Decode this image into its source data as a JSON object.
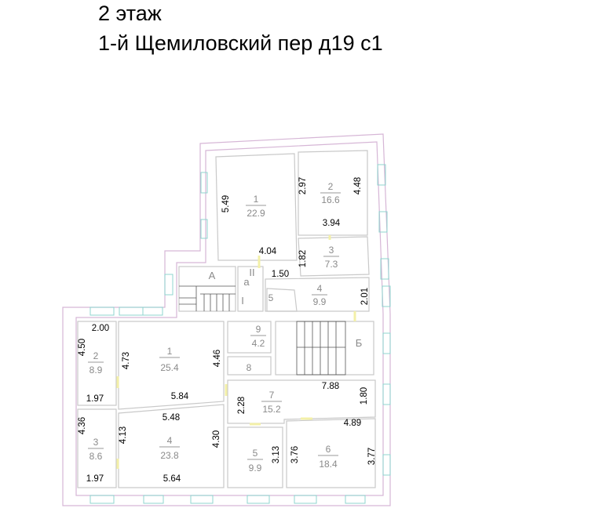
{
  "title": {
    "floor": "2 этаж",
    "address": "1-й Щемиловский пер д19 с1"
  },
  "colors": {
    "outer_wall": "#d6b6d6",
    "inner_wall": "#c9c9c9",
    "window": "#8fd4cf",
    "door": "#f3f0a8"
  },
  "stairs": {
    "a": "А",
    "b": "Б"
  },
  "corridor_marks": {
    "top": "II",
    "mid": "a",
    "bottom": "I"
  },
  "rooms_upper": [
    {
      "number": "1",
      "area": "22.9"
    },
    {
      "number": "2",
      "area": "16.6"
    },
    {
      "number": "3",
      "area": "7.3"
    },
    {
      "number": "4",
      "area": "9.9"
    },
    {
      "number": "5"
    }
  ],
  "rooms_lower": [
    {
      "number": "1",
      "area": "25.4"
    },
    {
      "number": "2",
      "area": "8.9"
    },
    {
      "number": "3",
      "area": "8.6"
    },
    {
      "number": "4",
      "area": "23.8"
    },
    {
      "number": "5",
      "area": "9.9"
    },
    {
      "number": "6",
      "area": "18.4"
    },
    {
      "number": "7",
      "area": "15.2"
    },
    {
      "number": "8"
    },
    {
      "number": "9",
      "area": "4.2"
    }
  ],
  "dimensions_upper": [
    "5.49",
    "2.97",
    "4.48",
    "3.94",
    "4.04",
    "1.82",
    "1.50",
    "2.01"
  ],
  "dimensions_lower": [
    "2.00",
    "4.50",
    "4.73",
    "4.46",
    "1.97",
    "5.84",
    "5.48",
    "4.36",
    "4.13",
    "4.30",
    "1.97",
    "5.64",
    "2.28",
    "7.88",
    "1.80",
    "4.89",
    "3.13",
    "3.76",
    "3.77"
  ]
}
